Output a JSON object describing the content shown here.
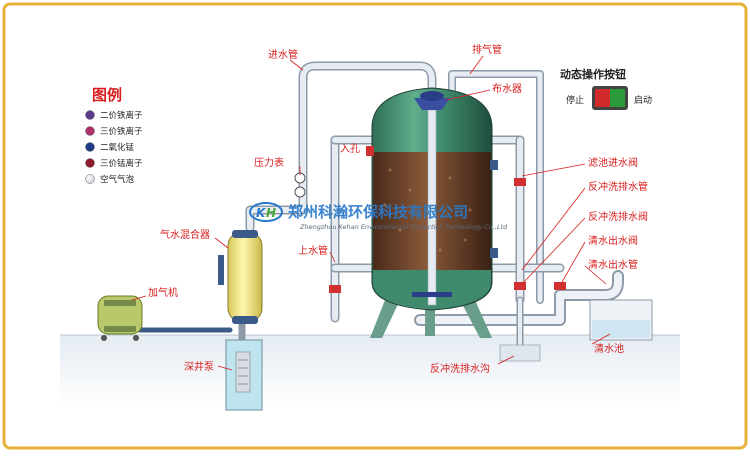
{
  "legend": {
    "title": "图例",
    "items": [
      {
        "label": "二价铁离子",
        "color": "#5b3a8c"
      },
      {
        "label": "三价铁离子",
        "color": "#b0306a"
      },
      {
        "label": "二氧化锰",
        "color": "#1f3c86"
      },
      {
        "label": "三价锰离子",
        "color": "#8c1a2a"
      },
      {
        "label": "空气气泡",
        "color": "#d9d9e6"
      }
    ]
  },
  "labels": {
    "inlet_pipe": "进水管",
    "exhaust_pipe": "排气管",
    "distributor": "布水器",
    "control_title": "动态操作按钮",
    "stop": "停止",
    "start": "启动",
    "manhole": "入孔",
    "pressure_gauge": "压力表",
    "gas_water_mixer": "气水混合器",
    "filter_inlet_valve": "滤池进水阀",
    "backwash_drain_pipe": "反冲洗排水管",
    "backwash_drain_valve": "反冲洗排水阀",
    "upper_water_pipe": "上水管",
    "clear_outlet_valve": "清水出水阀",
    "clear_outlet_pipe": "清水出水管",
    "aerator": "加气机",
    "clear_water_tank": "清水池",
    "deep_well_pump": "深井泵",
    "backwash_drain_ditch": "反冲洗排水沟"
  },
  "watermark": {
    "company_cn": "郑州科瀚环保科技有限公司",
    "company_en": "Zhengzhou Kehan Environmental Protection Technology Co.,Ltd"
  }
}
